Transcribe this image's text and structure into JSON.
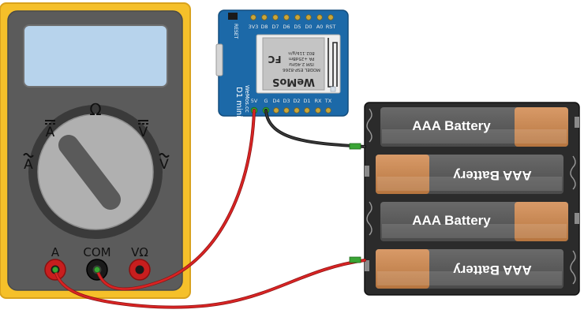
{
  "multimeter": {
    "dial_symbols": {
      "ohm": "Ω",
      "dc_amps": "A",
      "dc_volts": "V",
      "ac_amps": "A",
      "ac_volts": "V"
    },
    "ports": {
      "amps": "A",
      "com": "COM",
      "volts_ohms": "VΩ"
    },
    "colors": {
      "body": "#f6c22b",
      "face": "#595959",
      "lcd": "#b8d4ec"
    }
  },
  "board": {
    "reset_label": "RESET",
    "top_pins": [
      "3V3",
      "D8",
      "D7",
      "D6",
      "D5",
      "D0",
      "A0",
      "RST"
    ],
    "bottom_pins": [
      "5V",
      "G",
      "D4",
      "D3",
      "D2",
      "D1",
      "RX",
      "TX"
    ],
    "module_text": {
      "brand": "WeMoS",
      "model": "MODEL ESP-8266",
      "ism": "ISM 2.4GHz",
      "pa": "PA +25dBm",
      "std": "802.11b/g/n",
      "fc": "FC"
    },
    "name_line1": "D1 mini",
    "name_line2": "WeMos.cc",
    "colors": {
      "pcb": "#1c69a8"
    }
  },
  "battery_pack": {
    "cells": [
      {
        "label": "AAA Battery",
        "orientation": "normal"
      },
      {
        "label": "AAA Battery",
        "orientation": "flipped"
      },
      {
        "label": "AAA Battery",
        "orientation": "normal"
      },
      {
        "label": "AAA Battery",
        "orientation": "flipped"
      }
    ],
    "colors": {
      "holder": "#2a2a2a",
      "cell": "#575757",
      "cap": "#c98b58"
    }
  },
  "wires": {
    "red": "#d21f1f",
    "black": "#262626"
  }
}
